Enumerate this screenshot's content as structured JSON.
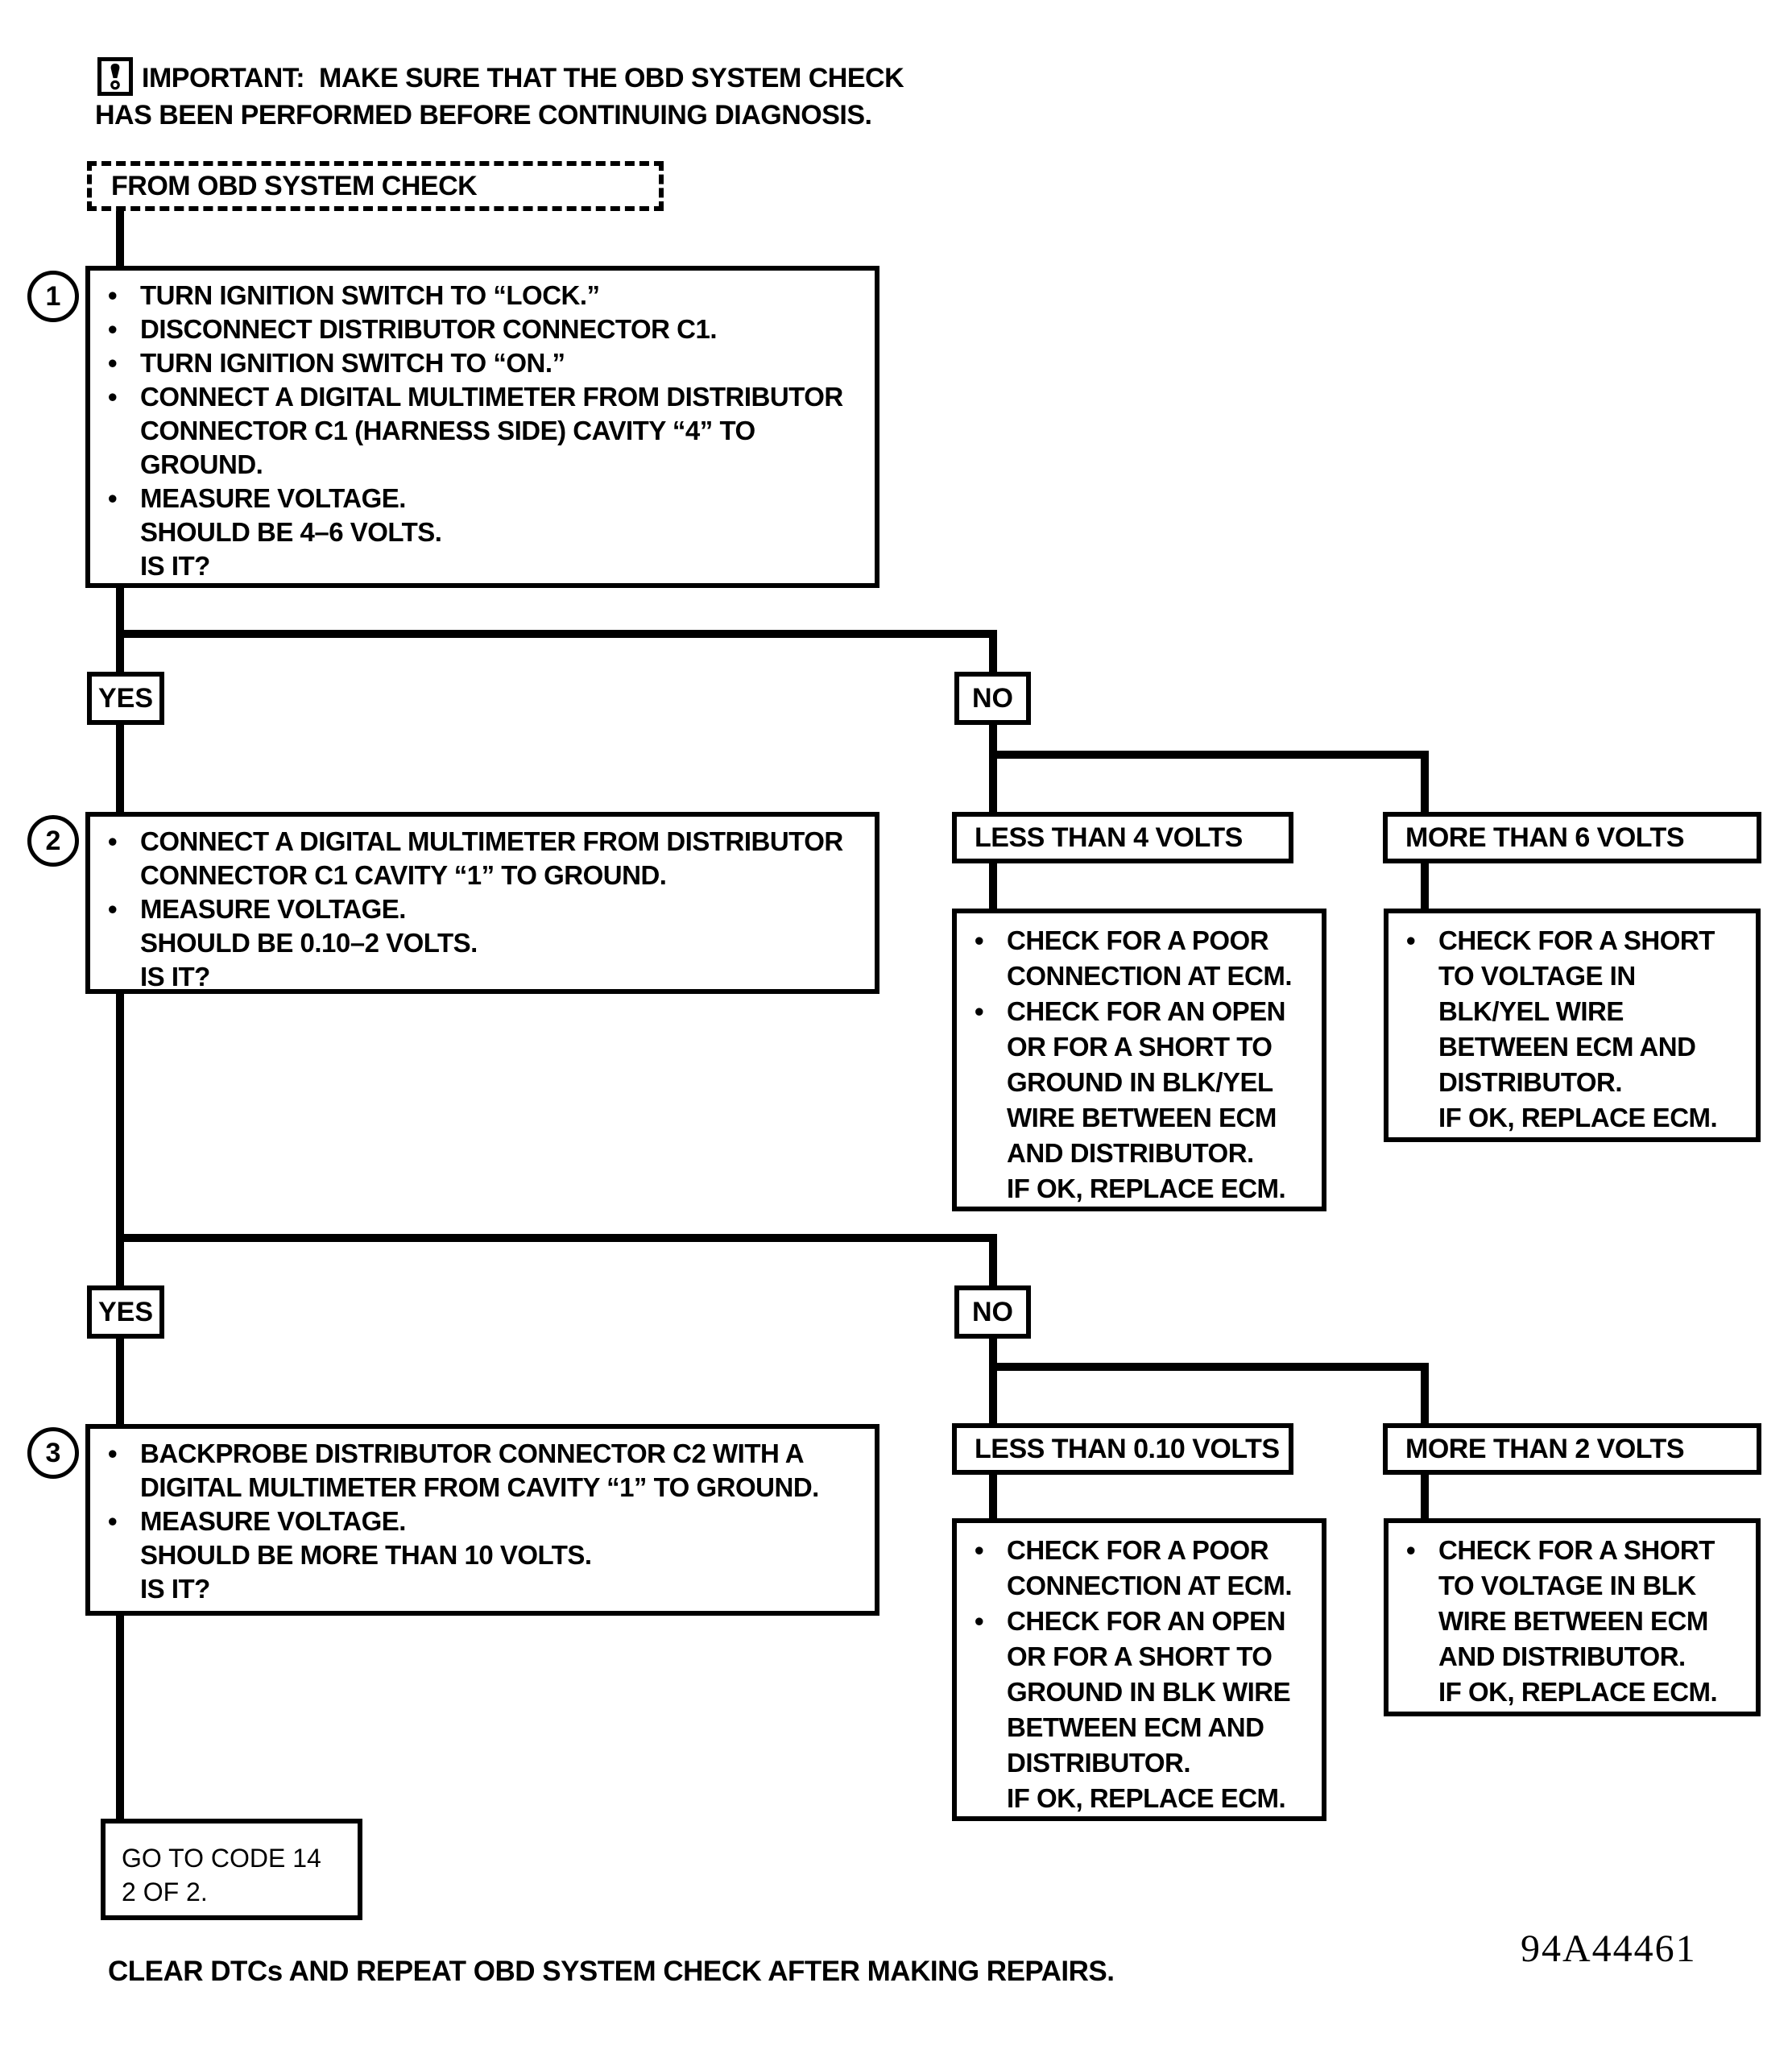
{
  "note": {
    "line1": "IMPORTANT:  MAKE SURE THAT THE OBD SYSTEM CHECK",
    "line2": "HAS BEEN PERFORMED BEFORE CONTINUING DIAGNOSIS."
  },
  "start": {
    "label": "FROM OBD SYSTEM CHECK"
  },
  "labels": {
    "yes": "YES",
    "no": "NO"
  },
  "steps": [
    {
      "number": "1",
      "bullets": [
        [
          "TURN IGNITION SWITCH TO “LOCK.”"
        ],
        [
          "DISCONNECT DISTRIBUTOR CONNECTOR C1."
        ],
        [
          "TURN IGNITION SWITCH TO “ON.”"
        ],
        [
          "CONNECT A DIGITAL MULTIMETER FROM DISTRIBUTOR",
          "CONNECTOR C1 (HARNESS SIDE) CAVITY “4” TO",
          "GROUND."
        ],
        [
          "MEASURE VOLTAGE.",
          "SHOULD BE 4–6 VOLTS.",
          "IS IT?"
        ]
      ]
    },
    {
      "number": "2",
      "bullets": [
        [
          "CONNECT A DIGITAL MULTIMETER FROM DISTRIBUTOR",
          "CONNECTOR C1 CAVITY “1” TO GROUND."
        ],
        [
          "MEASURE VOLTAGE.",
          "SHOULD BE 0.10–2 VOLTS.",
          "IS IT?"
        ]
      ]
    },
    {
      "number": "3",
      "bullets": [
        [
          "BACKPROBE DISTRIBUTOR CONNECTOR C2 WITH A",
          "DIGITAL MULTIMETER FROM CAVITY “1” TO GROUND."
        ],
        [
          "MEASURE VOLTAGE.",
          "SHOULD BE MORE THAN 10 VOLTS.",
          "IS IT?"
        ]
      ]
    }
  ],
  "branches": {
    "less_than_4": {
      "title": "LESS THAN 4 VOLTS",
      "bullets": [
        [
          "CHECK FOR A POOR",
          "CONNECTION AT ECM."
        ],
        [
          "CHECK FOR AN OPEN",
          "OR FOR A SHORT TO",
          "GROUND IN BLK/YEL",
          "WIRE BETWEEN ECM",
          "AND DISTRIBUTOR.",
          "IF OK, REPLACE ECM."
        ]
      ]
    },
    "more_than_6": {
      "title": "MORE THAN 6 VOLTS",
      "bullets": [
        [
          "CHECK FOR A SHORT",
          "TO VOLTAGE IN",
          "BLK/YEL WIRE",
          "BETWEEN ECM AND",
          "DISTRIBUTOR.",
          "IF OK, REPLACE ECM."
        ]
      ]
    },
    "less_than_010": {
      "title": "LESS THAN 0.10 VOLTS",
      "bullets": [
        [
          "CHECK FOR A POOR",
          "CONNECTION AT ECM."
        ],
        [
          "CHECK FOR AN OPEN",
          "OR FOR A SHORT TO",
          "GROUND IN BLK WIRE",
          "BETWEEN ECM AND",
          "DISTRIBUTOR.",
          "IF OK, REPLACE ECM."
        ]
      ]
    },
    "more_than_2": {
      "title": "MORE THAN 2 VOLTS",
      "bullets": [
        [
          "CHECK FOR A SHORT",
          "TO VOLTAGE IN BLK",
          "WIRE BETWEEN ECM",
          "AND DISTRIBUTOR.",
          "IF OK, REPLACE ECM."
        ]
      ]
    }
  },
  "terminal": {
    "lines": [
      "GO TO CODE 14",
      "2 OF 2."
    ]
  },
  "footer": "CLEAR DTCs AND REPEAT OBD SYSTEM CHECK AFTER MAKING REPAIRS.",
  "figure_number": "94A44461"
}
